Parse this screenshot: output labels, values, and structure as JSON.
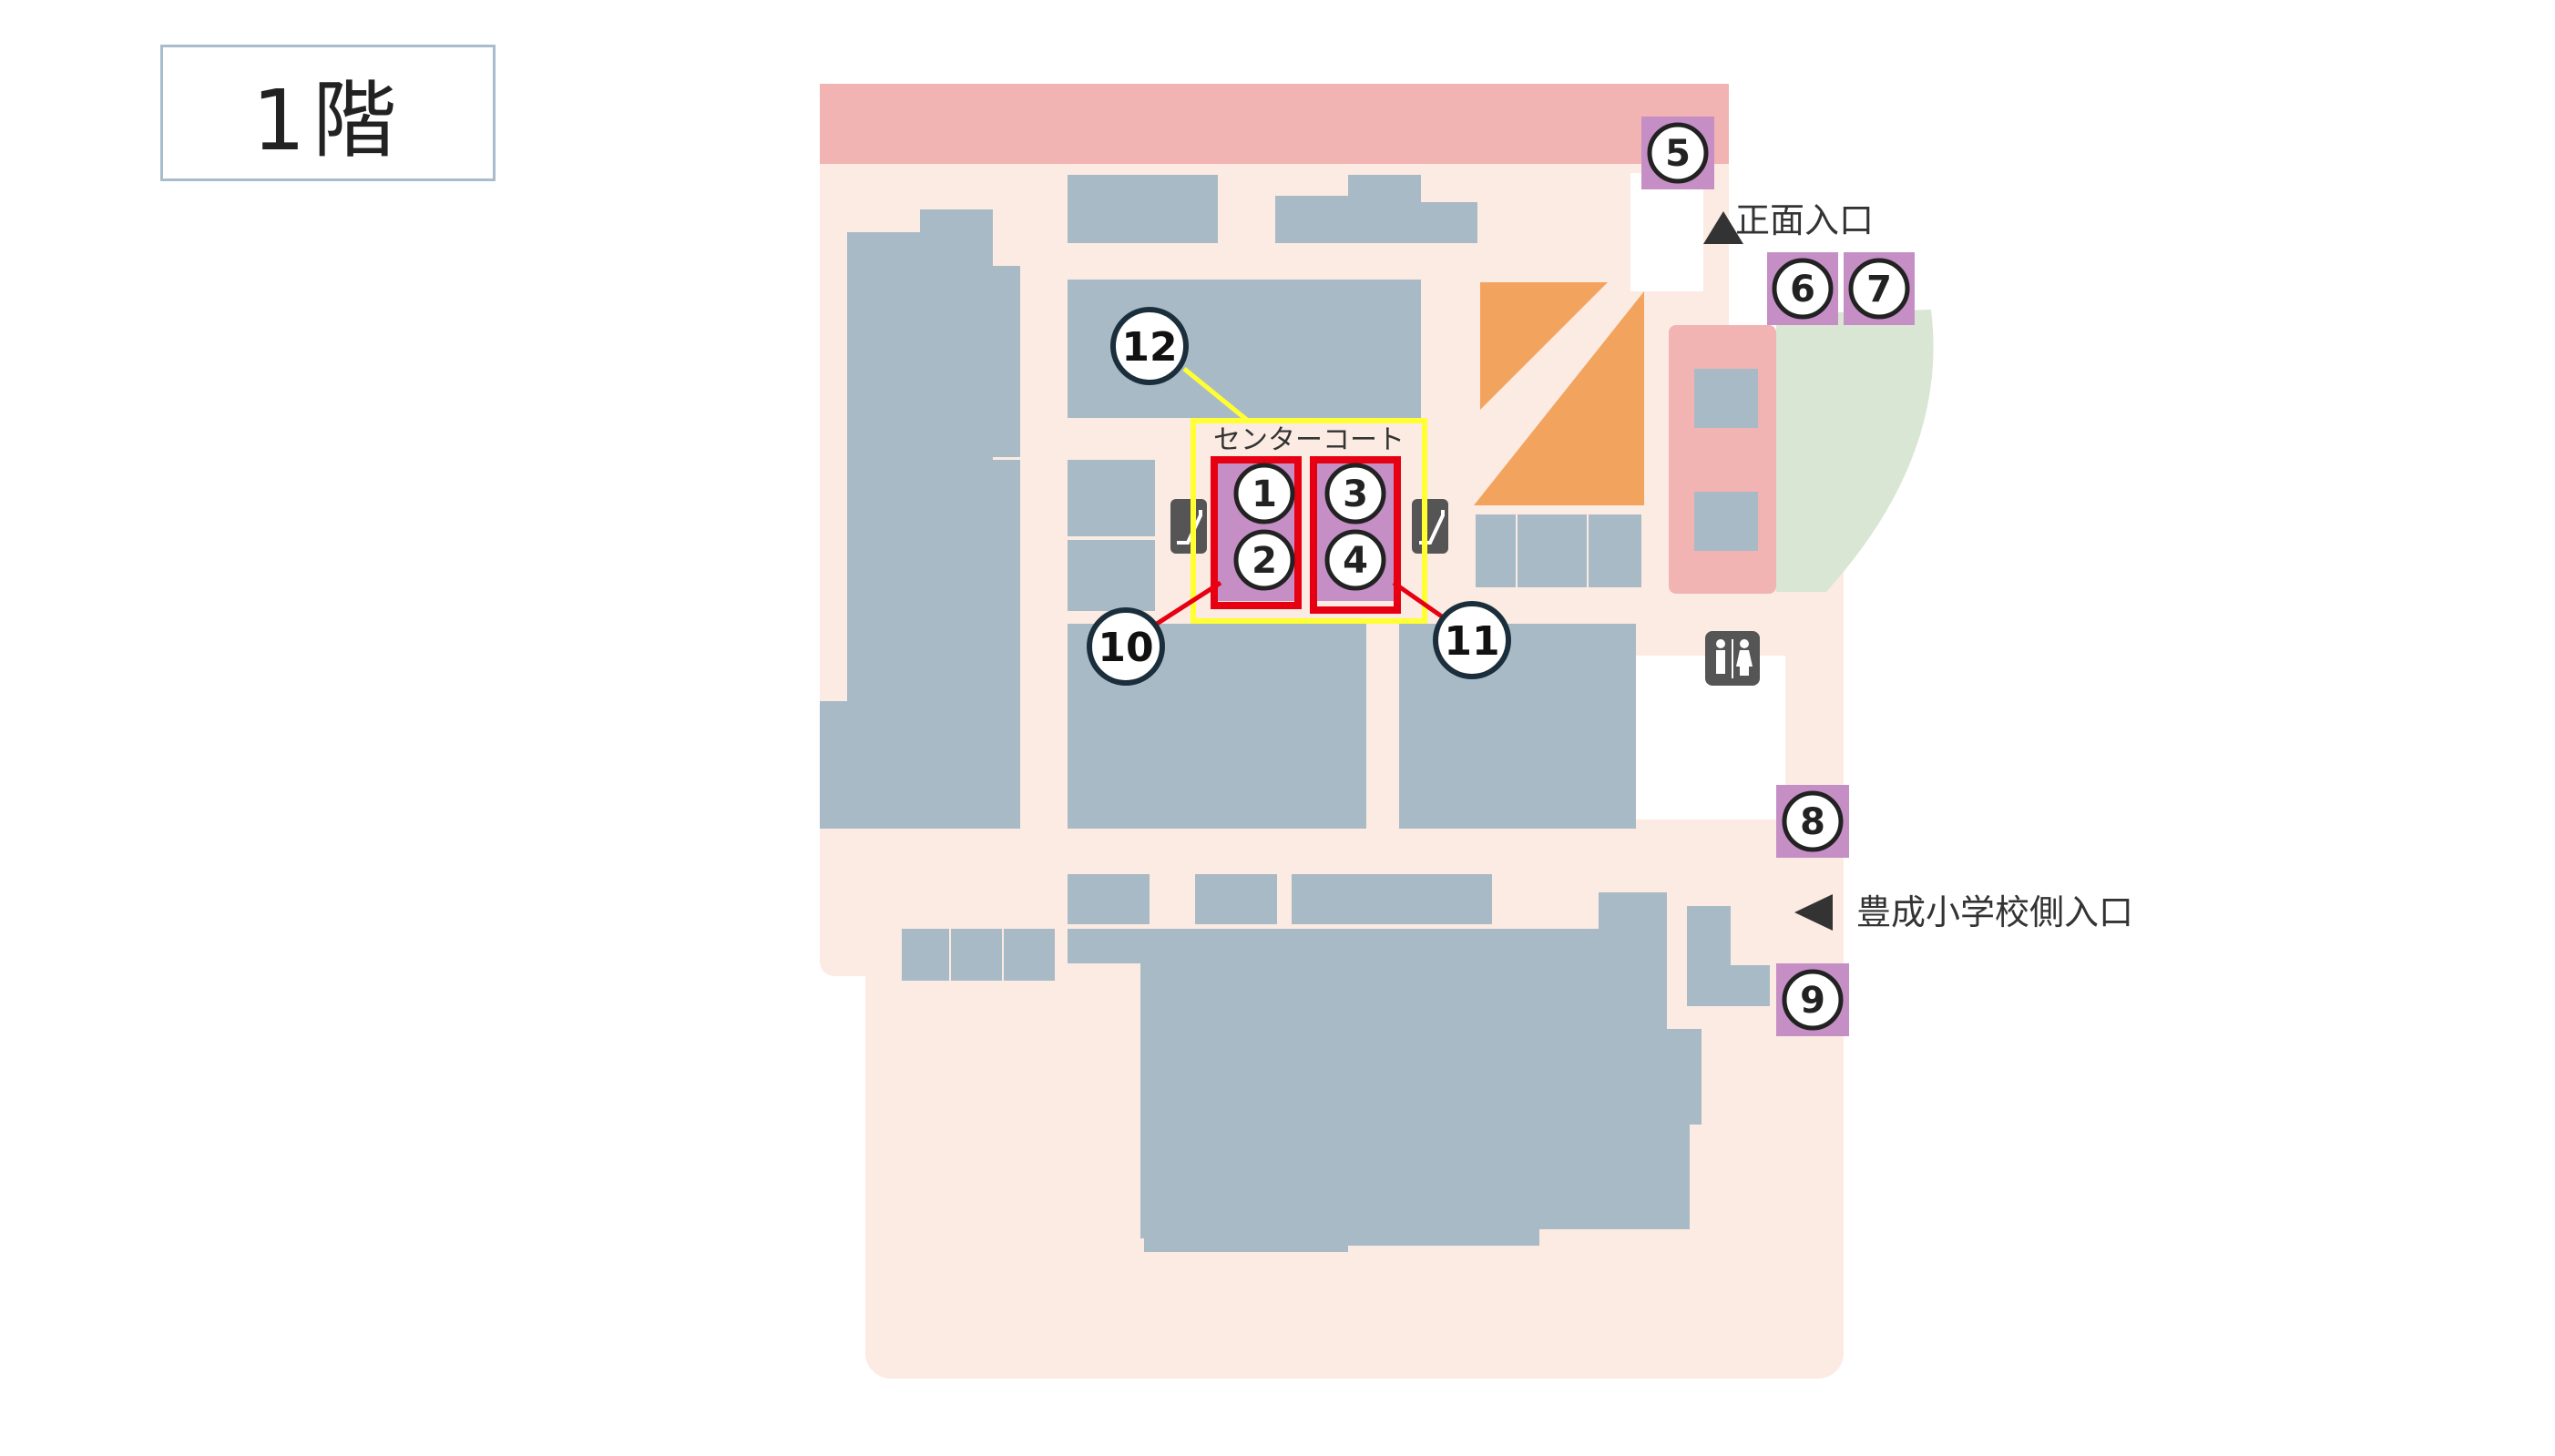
{
  "floor_label": "1階",
  "center_court_label": "センターコート",
  "entrances": {
    "main": "正面入口",
    "school_side": "豊成小学校側入口"
  },
  "markers": [
    "1",
    "2",
    "3",
    "4",
    "5",
    "6",
    "7",
    "8",
    "9",
    "10",
    "11",
    "12"
  ],
  "icons": [
    "escalator-icon",
    "restroom-icon",
    "triangle-arrow-up-icon",
    "triangle-arrow-left-icon"
  ],
  "colors": {
    "floor": "#fcebe2",
    "pink_band": "#f2b3b3",
    "store": "#a9bac7",
    "orange_area": "#f2a35e",
    "green_area": "#d9e6d3",
    "marker_purple": "#c58fc5",
    "highlight_red": "#e60012",
    "highlight_yellow": "#ffff33"
  }
}
